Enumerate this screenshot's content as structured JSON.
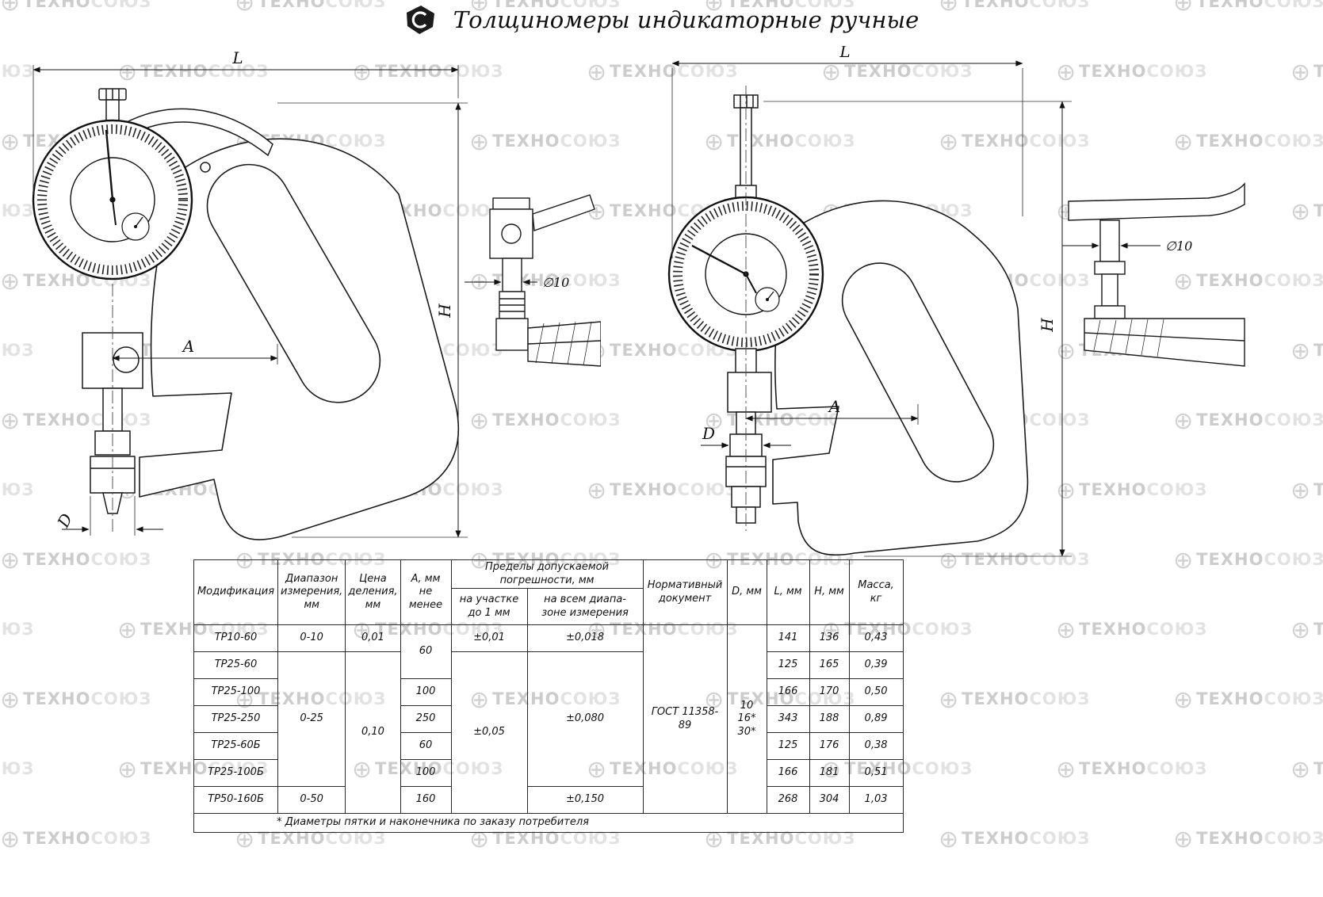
{
  "header": {
    "title": "Толщиномеры индикаторные ручные"
  },
  "watermark": {
    "part1": "ТЕХНО",
    "part2": "СОЮЗ",
    "globe": "⊕"
  },
  "drawing_left": {
    "dim_L": "L",
    "dim_H": "H",
    "dim_A": "A",
    "dim_D": "D",
    "dia": "∅10"
  },
  "drawing_right": {
    "dim_L": "L",
    "dim_H": "H",
    "dim_A": "A",
    "dim_D": "D",
    "dia": "∅10"
  },
  "table": {
    "headers": {
      "modification": "Модификация",
      "range": "Диапазон\nизмерения,\nмм",
      "division": "Цена\nделения,\nмм",
      "a_min": "А, мм\nне менее",
      "error_group": "Пределы допускаемой погрешности, мм",
      "error_section": "на участке\nдо 1 мм",
      "error_full": "на всем диапа-\nзоне измерения",
      "document": "Нормативный\nдокумент",
      "d": "D, мм",
      "l": "L, мм",
      "h": "Н, мм",
      "mass": "Масса,\nкг"
    },
    "rows": [
      {
        "mod": "ТР10-60",
        "l": "141",
        "h": "136",
        "mass": "0,43"
      },
      {
        "mod": "ТР25-60",
        "l": "125",
        "h": "165",
        "mass": "0,39"
      },
      {
        "mod": "ТР25-100",
        "l": "166",
        "h": "170",
        "mass": "0,50"
      },
      {
        "mod": "ТР25-250",
        "l": "343",
        "h": "188",
        "mass": "0,89"
      },
      {
        "mod": "ТР25-60Б",
        "l": "125",
        "h": "176",
        "mass": "0,38"
      },
      {
        "mod": "ТР25-100Б",
        "l": "166",
        "h": "181",
        "mass": "0,51"
      },
      {
        "mod": "ТР50-160Б",
        "l": "268",
        "h": "304",
        "mass": "1,03"
      }
    ],
    "cells": {
      "range_r1": "0-10",
      "range_r2_6": "0-25",
      "range_r7": "0-50",
      "division_r1": "0,01",
      "division_r2_7": "0,10",
      "a_r1_2": "60",
      "a_r3": "100",
      "a_r4": "250",
      "a_r5": "60",
      "a_r6": "100",
      "a_r7": "160",
      "err_section_r1": "±0,01",
      "err_section_r2_7": "±0,05",
      "err_full_r1": "±0,018",
      "err_full_r2_6": "±0,080",
      "err_full_r7": "±0,150",
      "document": "ГОСТ 11358-89",
      "d_all": "10\n16*\n30*"
    },
    "footnote": "* Диаметры пятки и наконечника по заказу потребителя"
  }
}
